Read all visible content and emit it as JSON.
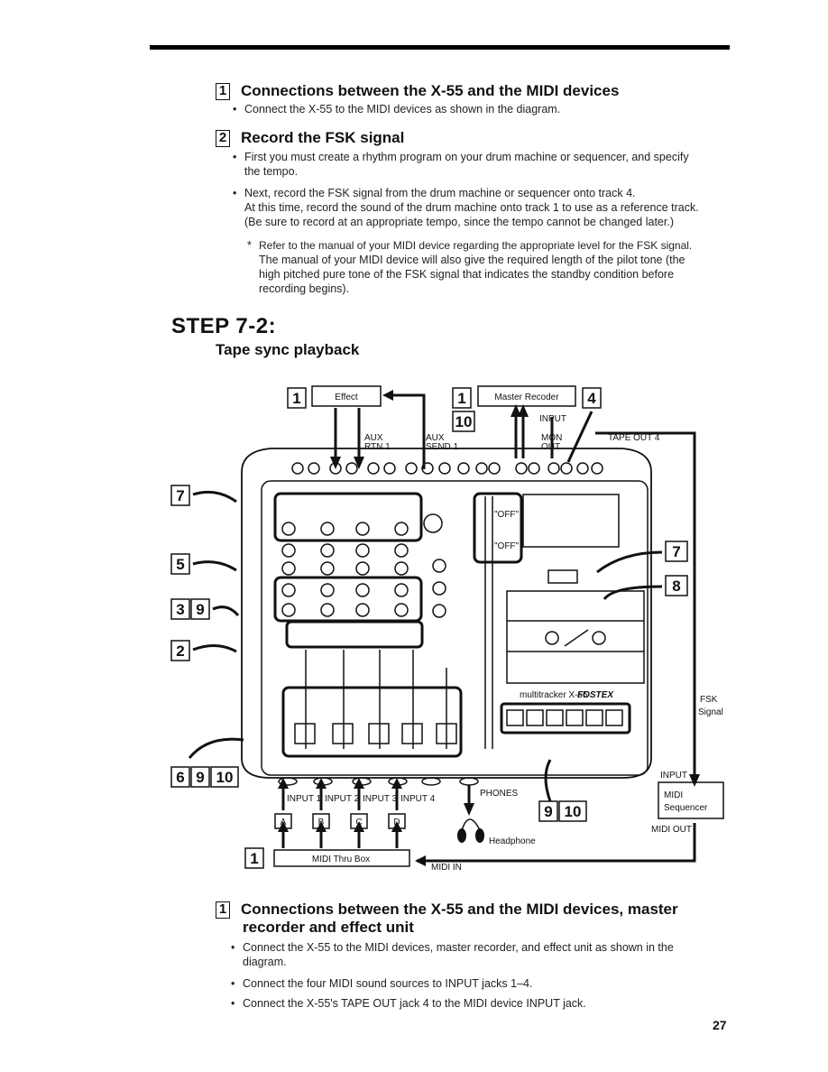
{
  "section1": {
    "num": "1",
    "title": "Connections between the X-55 and the MIDI devices",
    "bullet1": "Connect the X-55 to the MIDI devices as shown in the diagram."
  },
  "section2": {
    "num": "2",
    "title": "Record the FSK signal",
    "bullet1_l1": "First you must create a rhythm program on your drum machine or sequencer, and specify",
    "bullet1_l2": "the tempo.",
    "bullet2_l1": "Next, record the FSK signal from the drum machine or sequencer onto track 4.",
    "bullet2_l2": "At this time, record the sound of the drum machine onto track 1 to use as a reference track.",
    "bullet2_l3": "(Be sure to record at an appropriate tempo, since the tempo cannot be changed later.)",
    "note_l1": "Refer to the manual of your MIDI device regarding the appropriate level for the FSK signal.",
    "note_l2": "The manual of your MIDI device will also give the required length of the pilot tone (the",
    "note_l3": "high pitched pure tone of the FSK signal that indicates the standby condition before",
    "note_l4": "recording begins)."
  },
  "step": {
    "title": "STEP 7-2:",
    "subtitle": "Tape sync playback"
  },
  "diagram": {
    "effect": "Effect",
    "master_recorder": "Master Recoder",
    "aux_rtn": "AUX",
    "aux_rtn2": "RTN 1",
    "aux_send": "AUX",
    "aux_send2": "SEND 1",
    "input_top": "INPUT",
    "mon": "MON",
    "out": "OUT",
    "tape_out": "TAPE OUT 4",
    "off1": "\"OFF\"",
    "off2": "\"OFF\"",
    "fsk": "FSK",
    "signal": "Signal",
    "input_right": "INPUT",
    "midi": "MIDI",
    "sequencer": "Sequencer",
    "midi_out": "MIDI OUT",
    "midi_in": "MIDI IN",
    "midi_thru": "MIDI Thru Box",
    "phones": "PHONES",
    "headphone": "Headphone",
    "input1": "INPUT 1",
    "input2": "INPUT 2",
    "input3": "INPUT 3",
    "input4": "INPUT 4",
    "box_a": "A",
    "box_b": "B",
    "box_c": "C",
    "box_d": "D",
    "brand": "FOSTEX",
    "model": "multitracker X-55",
    "callout_1a": "1",
    "callout_1b": "1",
    "callout_1c": "1",
    "callout_4": "4",
    "callout_10a": "10",
    "callout_7a": "7",
    "callout_5": "5",
    "callout_3": "3",
    "callout_9a": "9",
    "callout_2": "2",
    "callout_6": "6",
    "callout_9b": "9",
    "callout_10b": "10",
    "callout_7b": "7",
    "callout_8": "8",
    "callout_9c": "9",
    "callout_10c": "10"
  },
  "section3": {
    "num": "1",
    "title_l1": "Connections between the X-55 and the MIDI devices, master",
    "title_l2": "recorder and effect unit",
    "bullet1_l1": "Connect the X-55 to the MIDI devices, master recorder, and effect unit as shown in the",
    "bullet1_l2": "diagram.",
    "bullet2": "Connect the four MIDI sound sources to INPUT jacks 1–4.",
    "bullet3": "Connect the X-55's TAPE OUT jack 4 to the MIDI device INPUT jack."
  },
  "page_number": "27"
}
